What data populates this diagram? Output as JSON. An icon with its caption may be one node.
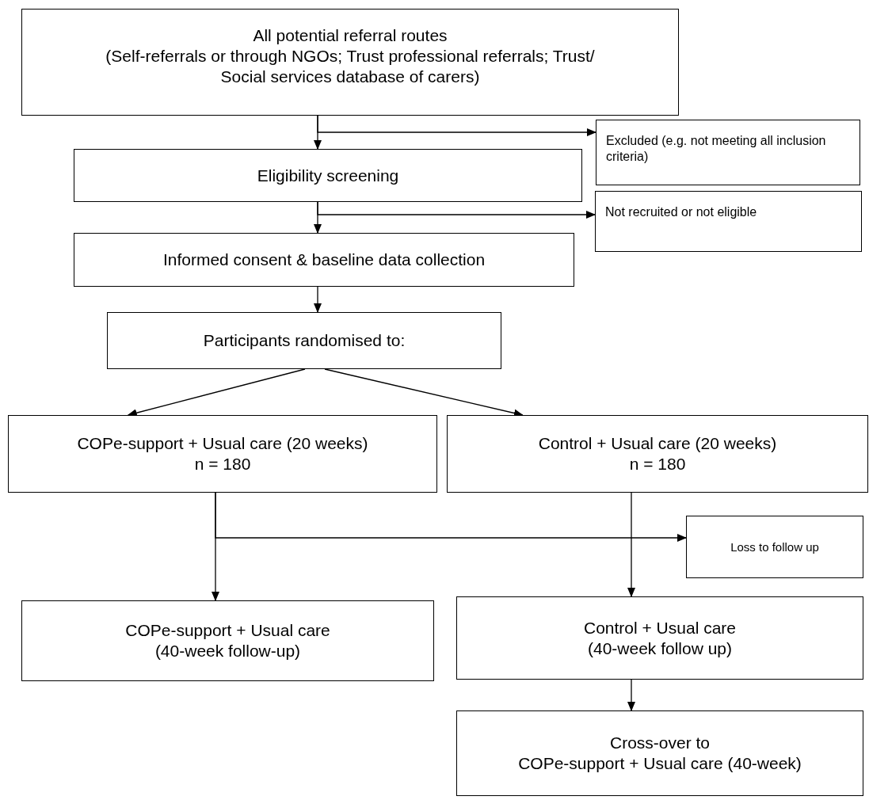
{
  "diagram": {
    "nodes": [
      {
        "text": [
          "All potential referral routes",
          "(Self-referrals or through NGOs; Trust professional referrals; Trust/ Social services database of carers)"
        ]
      },
      {
        "text": [
          "Excluded (e.g. not meeting all inclusion criteria)"
        ]
      },
      {
        "text": [
          "Eligibility screening"
        ]
      },
      {
        "text": [
          "Not recruited or not eligible"
        ]
      },
      {
        "text": [
          "Informed consent & baseline data collection"
        ]
      },
      {
        "text": [
          "Participants randomised to:"
        ]
      },
      {
        "text": [
          "COPe-support + Usual care (20 weeks)",
          "n = 180"
        ]
      },
      {
        "text": [
          "Control + Usual care (20 weeks)",
          "n = 180"
        ]
      },
      {
        "text": [
          "Loss to follow up"
        ]
      },
      {
        "text": [
          "COPe-support + Usual care",
          "(40-week follow-up)"
        ]
      },
      {
        "text": [
          "Control + Usual care",
          "(40-week follow up)"
        ]
      },
      {
        "text": [
          "Cross-over to",
          "COPe-support + Usual care (40-week)"
        ]
      }
    ],
    "edges": [
      {
        "from": 0,
        "to": 2,
        "arrow": "to"
      },
      {
        "from": 0,
        "to": 1,
        "arrow": "to"
      },
      {
        "from": 2,
        "to": 4,
        "arrow": "to"
      },
      {
        "from": 2,
        "to": 3,
        "arrow": "to"
      },
      {
        "from": 4,
        "to": 5,
        "arrow": "to"
      },
      {
        "from": 5,
        "to": 6,
        "arrow": "to"
      },
      {
        "from": 5,
        "to": 7,
        "arrow": "to"
      },
      {
        "from": 6,
        "to": 9,
        "arrow": "to"
      },
      {
        "from": 6,
        "to": 8,
        "arrow": "to"
      },
      {
        "from": 7,
        "to": 10,
        "arrow": "to"
      },
      {
        "from": 10,
        "to": 11,
        "arrow": "to"
      }
    ]
  }
}
